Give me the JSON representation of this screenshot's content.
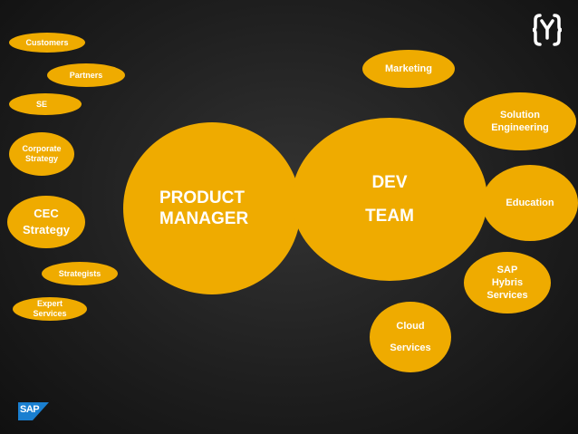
{
  "hubs": {
    "product_manager": "PRODUCT\nMANAGER",
    "dev_team": "DEV\nTEAM"
  },
  "left_nodes": {
    "customers": "Customers",
    "partners": "Partners",
    "se": "SE",
    "corporate_strategy": "Corporate\nStrategy",
    "cec_strategy": "CEC\nStrategy",
    "strategists": "Strategists",
    "expert_services": "Expert\nServices"
  },
  "right_nodes": {
    "marketing": "Marketing",
    "solution_engineering": "Solution\nEngineering",
    "education": "Education",
    "sap_hybris_services": "SAP\nHybris\nServices",
    "cloud_services": "Cloud\nServices"
  },
  "logos": {
    "bottom_left": "SAP",
    "top_right_icon": "y-brace-logo-icon"
  },
  "colors": {
    "node_fill": "#efab00",
    "node_text": "#ffffff",
    "background": "#1f1f1f",
    "sap_blue": "#1a7fd0"
  }
}
